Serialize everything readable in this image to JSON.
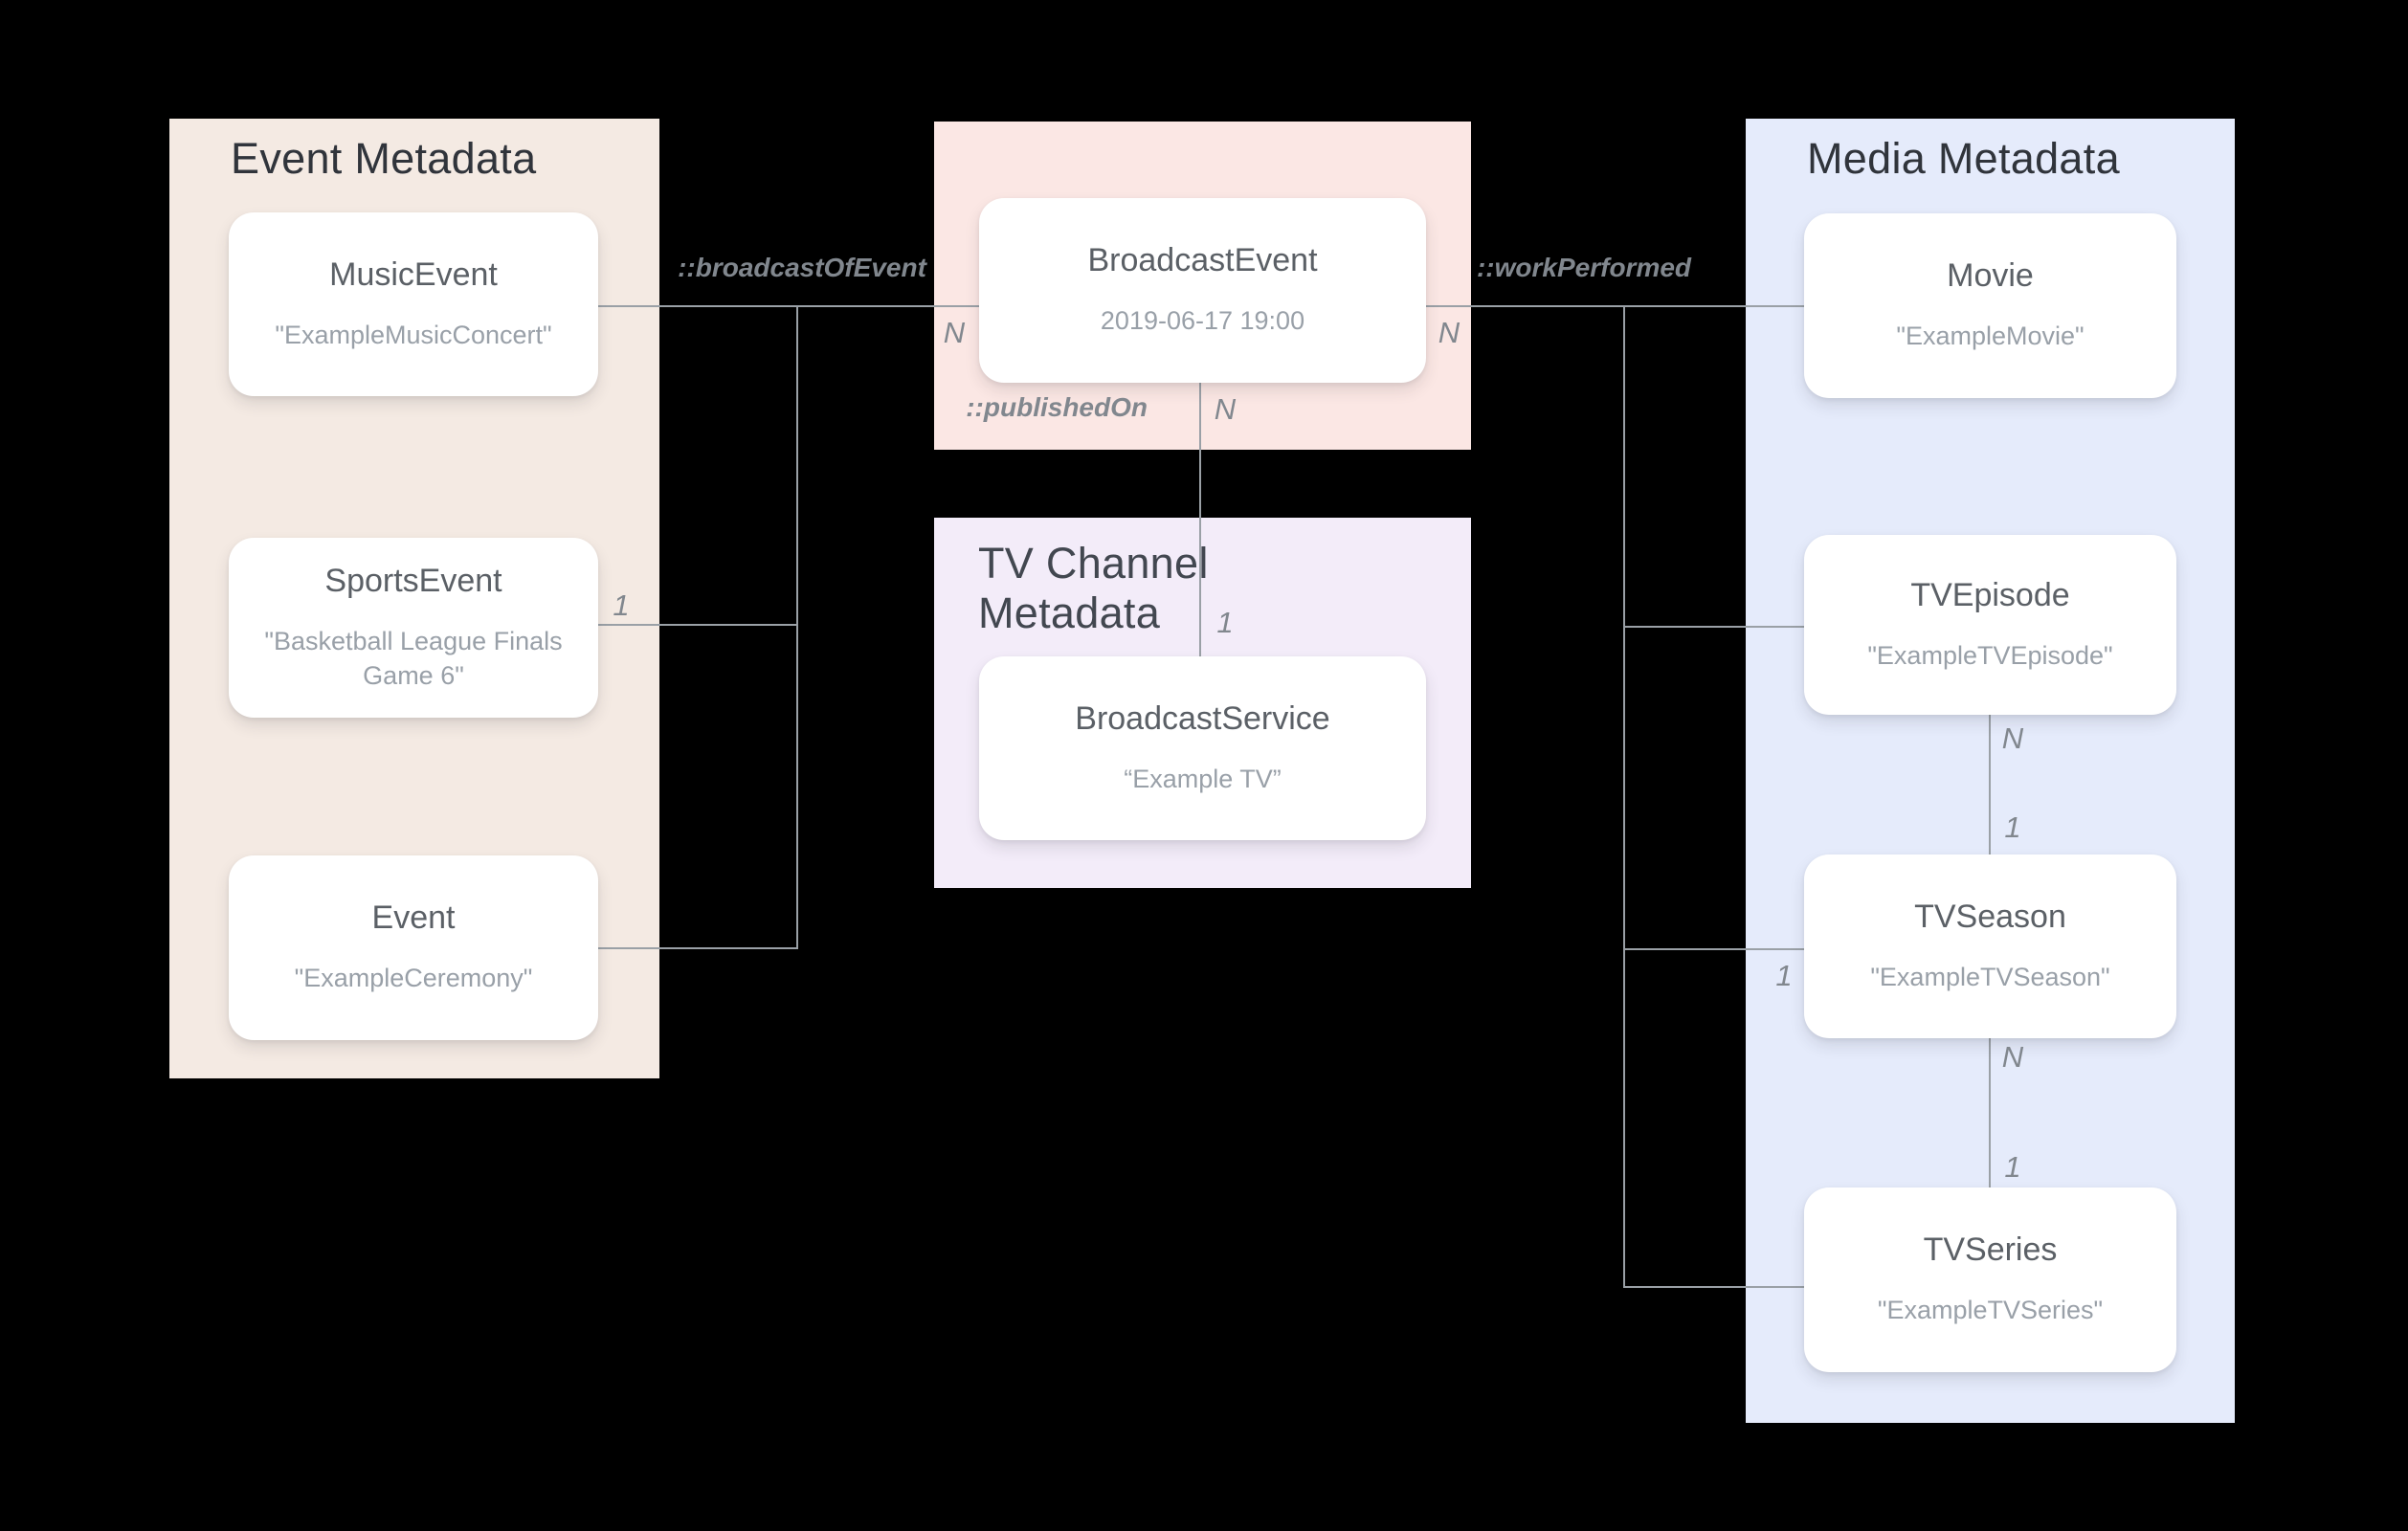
{
  "panels": {
    "event": {
      "title": "Event Metadata"
    },
    "tv_channel": {
      "title": "TV Channel Metadata"
    },
    "media": {
      "title": "Media Metadata"
    }
  },
  "nodes": {
    "music_event": {
      "title": "MusicEvent",
      "subtitle": "\"ExampleMusicConcert\""
    },
    "sports_event": {
      "title": "SportsEvent",
      "subtitle": "\"Basketball League Finals Game 6\""
    },
    "event": {
      "title": "Event",
      "subtitle": "\"ExampleCeremony\""
    },
    "broadcast_event": {
      "title": "BroadcastEvent",
      "subtitle": "2019-06-17 19:00"
    },
    "broadcast_service": {
      "title": "BroadcastService",
      "subtitle": "“Example TV”"
    },
    "movie": {
      "title": "Movie",
      "subtitle": "\"ExampleMovie\""
    },
    "tv_episode": {
      "title": "TVEpisode",
      "subtitle": "\"ExampleTVEpisode\""
    },
    "tv_season": {
      "title": "TVSeason",
      "subtitle": "\"ExampleTVSeason\""
    },
    "tv_series": {
      "title": "TVSeries",
      "subtitle": "\"ExampleTVSeries\""
    }
  },
  "edges": {
    "broadcast_of_event": {
      "label": "::broadcastOfEvent"
    },
    "work_performed": {
      "label": "::workPerformed"
    },
    "published_on": {
      "label": "::publishedOn"
    }
  },
  "cardinalities": {
    "events_to_broadcast_n": "N",
    "sports_event_1": "1",
    "broadcast_to_media_n": "N",
    "published_on_n": "N",
    "published_on_1": "1",
    "episode_to_season_n": "N",
    "episode_to_season_1": "1",
    "season_left_1": "1",
    "season_to_series_n": "N",
    "season_to_series_1": "1"
  },
  "colors": {
    "background": "#000000",
    "event_panel": "#F4EAE3",
    "broadcast_panel": "#FBE7E4",
    "tv_channel_panel": "#F3ECF9",
    "media_panel": "#E5EBFB",
    "card": "#FFFFFF",
    "connector": "#9AA0A6",
    "edge_label": "#81878E",
    "panel_title": "#30343B",
    "card_title": "#5B6066",
    "card_subtitle": "#99A0A8"
  }
}
